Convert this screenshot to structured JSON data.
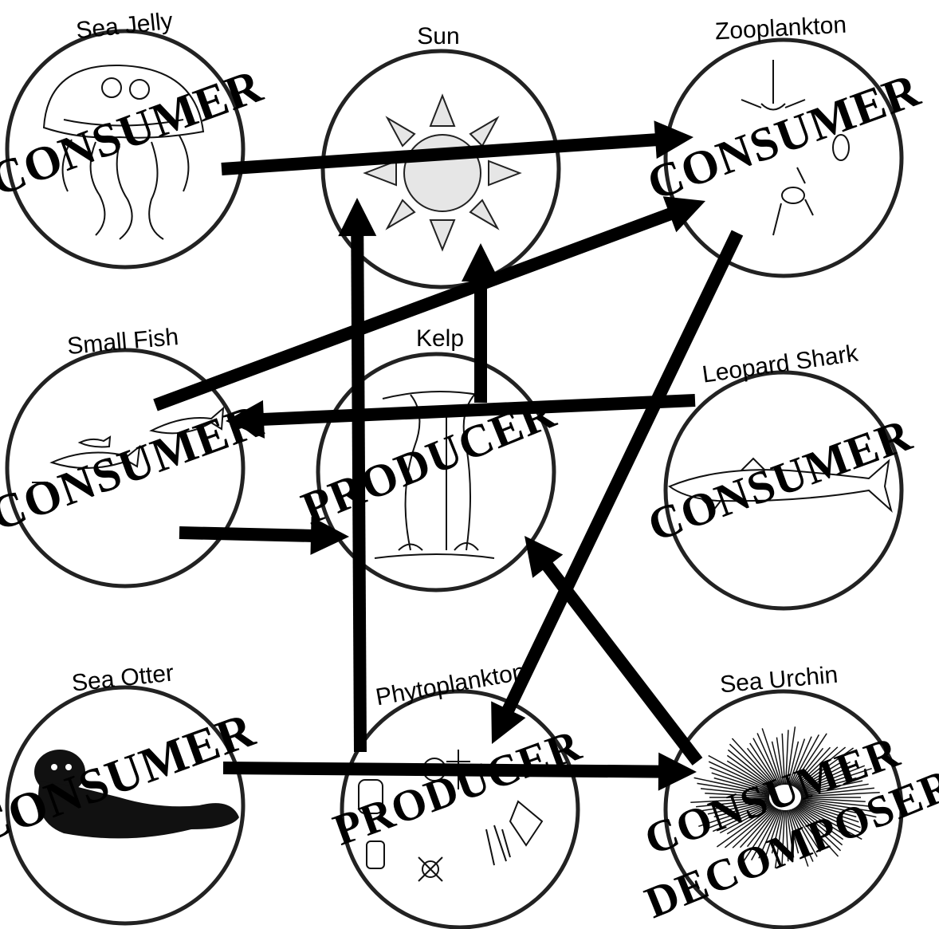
{
  "organisms": [
    {
      "id": "sea-jelly",
      "name": "Sea Jelly",
      "roles": [
        "CONSUMER"
      ],
      "icon": "jellyfish-icon"
    },
    {
      "id": "sun",
      "name": "Sun",
      "roles": [],
      "icon": "sun-icon"
    },
    {
      "id": "zooplankton",
      "name": "Zooplankton",
      "roles": [
        "CONSUMER"
      ],
      "icon": "zooplankton-icon"
    },
    {
      "id": "small-fish",
      "name": "Small Fish",
      "roles": [
        "CONSUMER"
      ],
      "icon": "fish-icon"
    },
    {
      "id": "kelp",
      "name": "Kelp",
      "roles": [
        "PRODUCER"
      ],
      "icon": "kelp-icon"
    },
    {
      "id": "leopard-shark",
      "name": "Leopard Shark",
      "roles": [
        "CONSUMER"
      ],
      "icon": "shark-icon"
    },
    {
      "id": "sea-otter",
      "name": "Sea Otter",
      "roles": [
        "CONSUMER"
      ],
      "icon": "otter-icon"
    },
    {
      "id": "phytoplankton",
      "name": "Phytoplankton",
      "roles": [
        "PRODUCER"
      ],
      "icon": "phytoplankton-icon"
    },
    {
      "id": "sea-urchin",
      "name": "Sea Urchin",
      "roles": [
        "CONSUMER",
        "DECOMPOSER"
      ],
      "icon": "urchin-icon"
    }
  ],
  "arrows": [
    {
      "from": "sea-jelly",
      "to": "zooplankton"
    },
    {
      "from": "small-fish",
      "to": "zooplankton"
    },
    {
      "from": "leopard-shark",
      "to": "small-fish"
    },
    {
      "from": "small-fish",
      "to": "kelp"
    },
    {
      "from": "kelp",
      "to": "sun"
    },
    {
      "from": "phytoplankton",
      "to": "sun"
    },
    {
      "from": "zooplankton",
      "to": "phytoplankton"
    },
    {
      "from": "sea-otter",
      "to": "sea-urchin"
    },
    {
      "from": "sea-urchin",
      "to": "kelp"
    }
  ]
}
